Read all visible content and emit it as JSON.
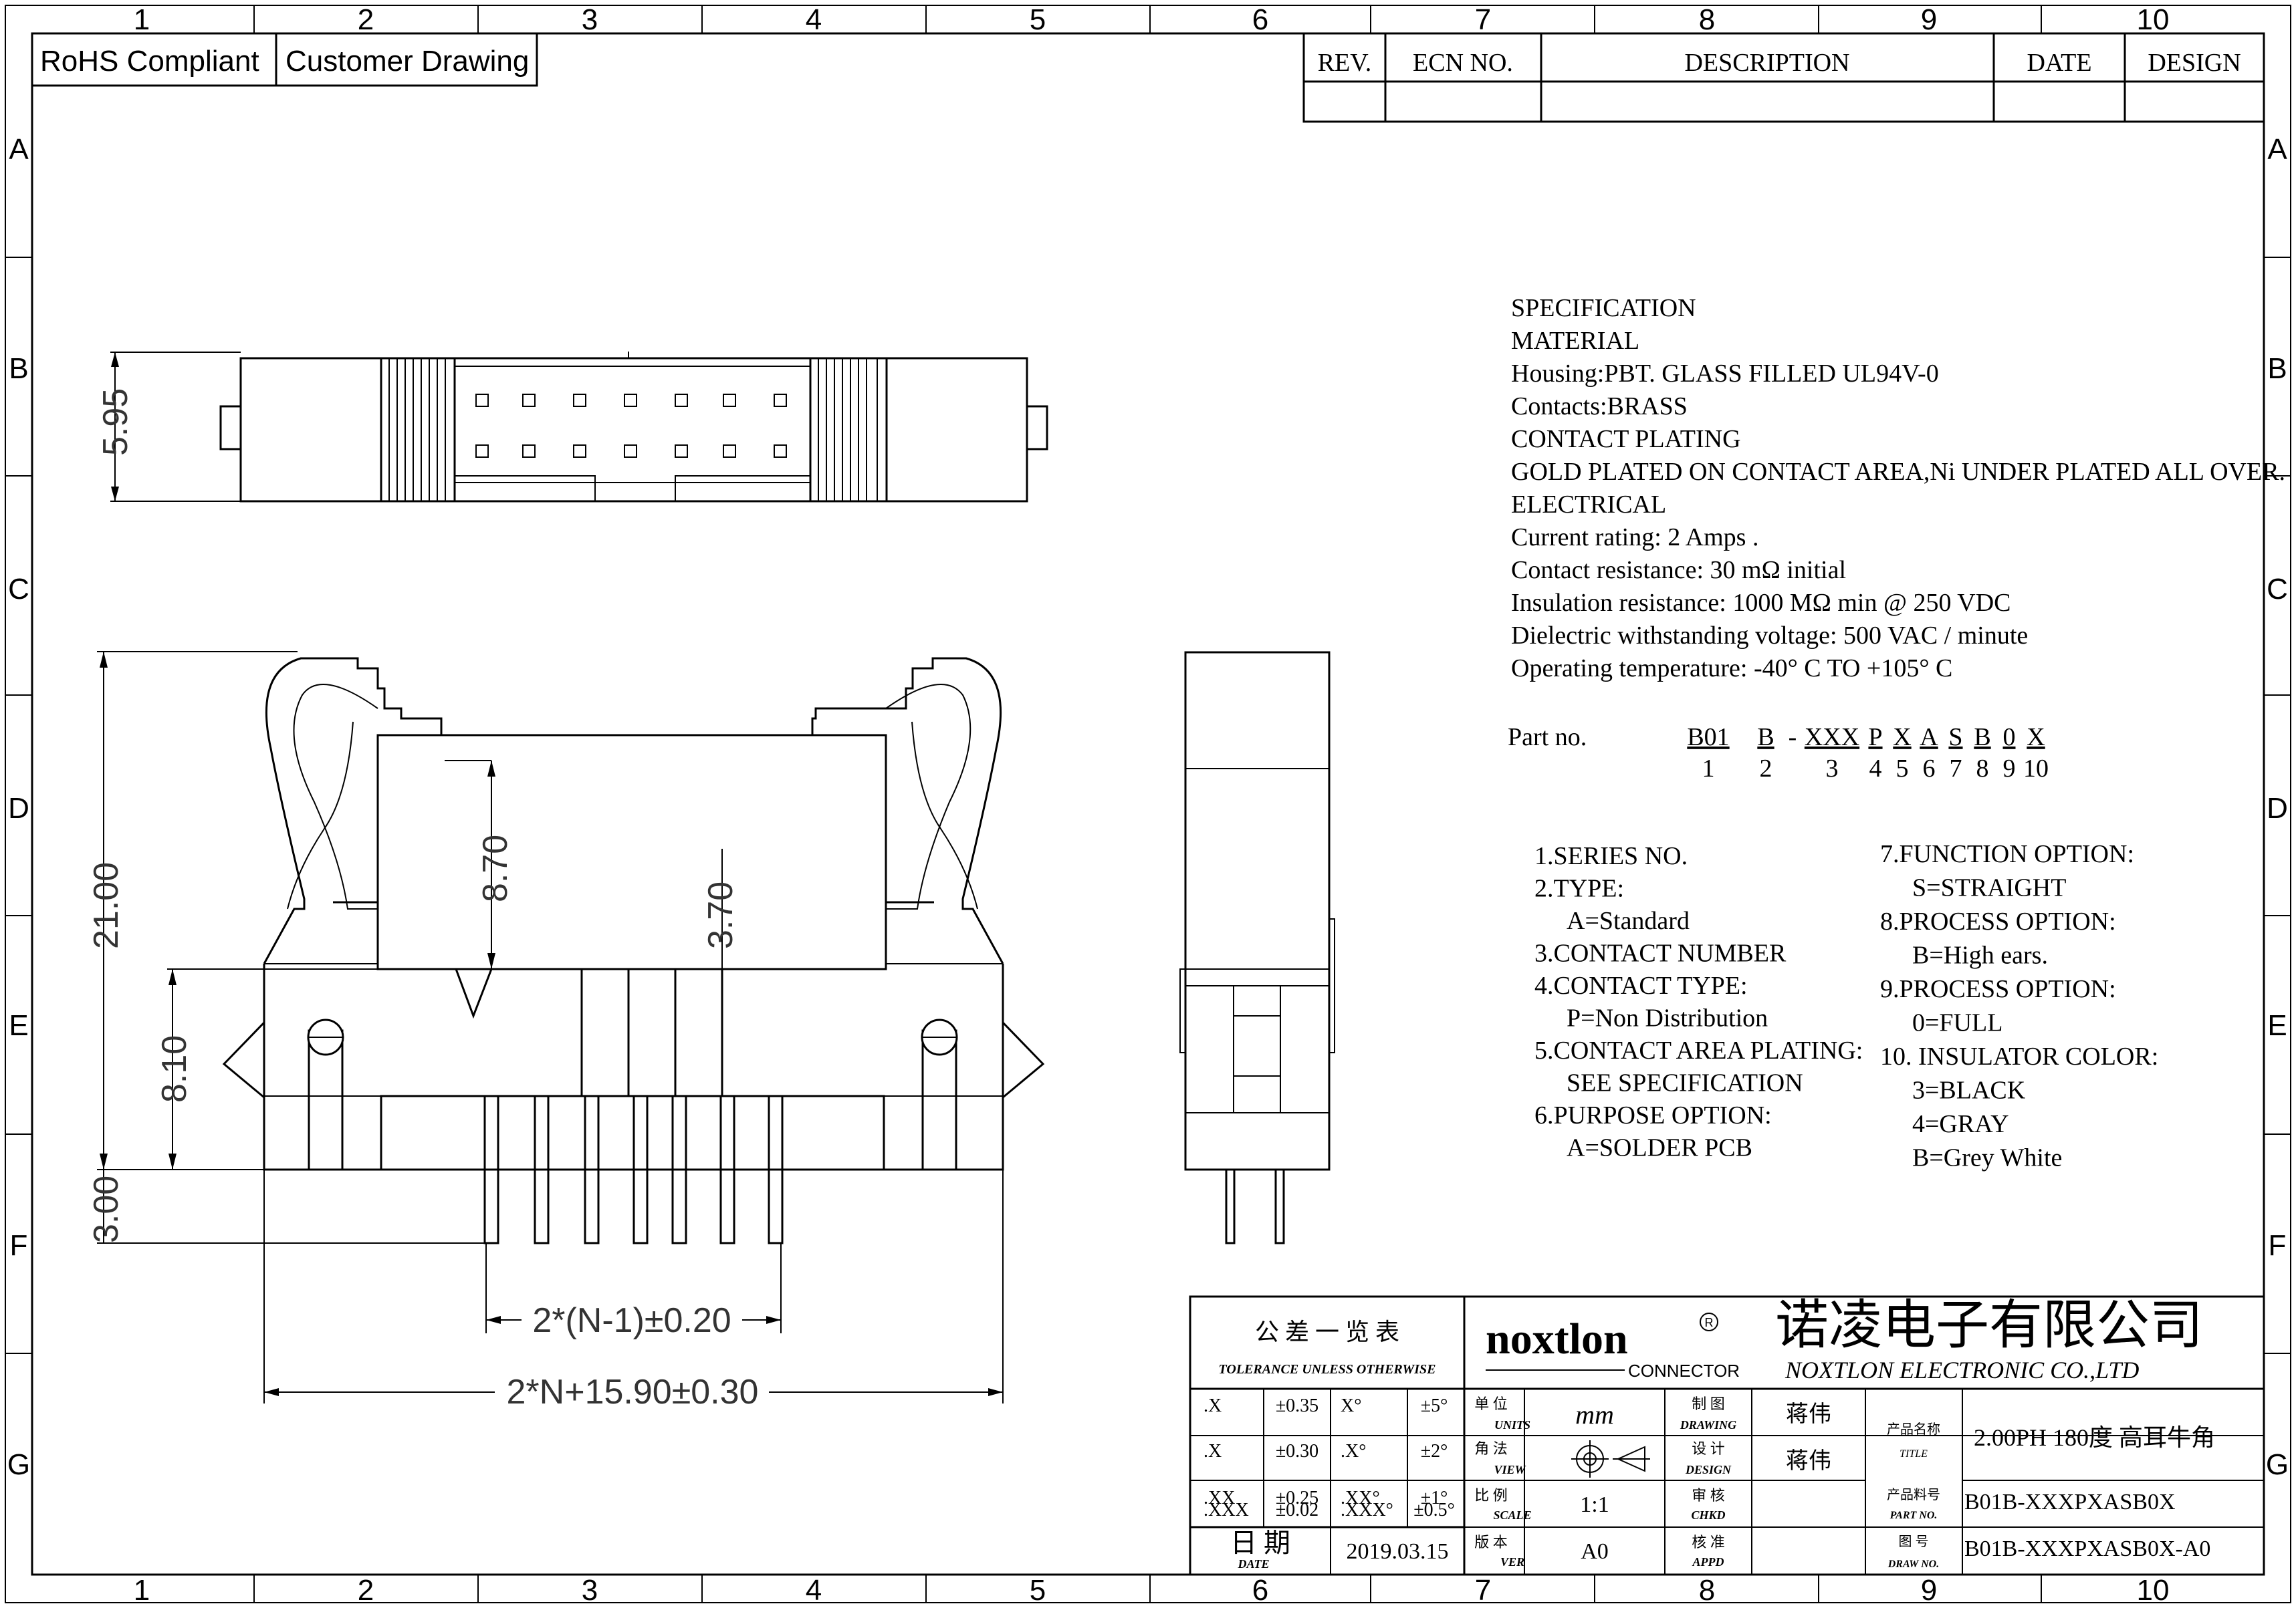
{
  "header": {
    "badge_rohs": "RoHS Compliant",
    "badge_customer": "Customer Drawing"
  },
  "revision_table": {
    "columns": [
      "REV.",
      "ECN NO.",
      "DESCRIPTION",
      "DATE",
      "DESIGN"
    ]
  },
  "border": {
    "cols": [
      "1",
      "2",
      "3",
      "4",
      "5",
      "6",
      "7",
      "8",
      "9",
      "10"
    ],
    "rows": [
      "A",
      "B",
      "C",
      "D",
      "E",
      "F",
      "G"
    ]
  },
  "dimensions": {
    "top_height": "5.95",
    "front_total_height": "21.00",
    "ear_height": "8.70",
    "body_height": "8.10",
    "key_height": "3.70",
    "pin_length": "3.00",
    "pitch_span": "2*(N-1)±0.20",
    "overall_length": "2*N+15.90±0.30"
  },
  "specification": {
    "lines": [
      "SPECIFICATION",
      "MATERIAL",
      "Housing:PBT. GLASS FILLED UL94V-0",
      "Contacts:BRASS",
      "CONTACT PLATING",
      "GOLD PLATED ON CONTACT AREA,Ni UNDER PLATED ALL OVER.",
      "ELECTRICAL",
      "Current rating: 2 Amps .",
      "Contact resistance: 30 mΩ initial",
      "Insulation resistance: 1000 MΩ min @ 250 VDC",
      "Dielectric withstanding voltage: 500 VAC / minute",
      "Operating temperature: -40° C TO +105° C"
    ]
  },
  "part_number": {
    "label": "Part no.",
    "segments": [
      "B01",
      "B",
      "-",
      "XXX",
      "P",
      "X",
      "A",
      "S",
      "B",
      "0",
      "X"
    ],
    "indices": [
      "1",
      "2",
      "",
      "3",
      "4",
      "5",
      "6",
      "7",
      "8",
      "9",
      "10"
    ]
  },
  "options_left": [
    "1.SERIES NO.",
    "2.TYPE:",
    "A=Standard",
    "3.CONTACT NUMBER",
    "4.CONTACT TYPE:",
    "P=Non Distribution",
    "5.CONTACT AREA PLATING:",
    "SEE SPECIFICATION",
    "6.PURPOSE OPTION:",
    "A=SOLDER PCB"
  ],
  "options_right": [
    "7.FUNCTION OPTION:",
    "S=STRAIGHT",
    "8.PROCESS OPTION:",
    "B=High ears.",
    "9.PROCESS OPTION:",
    "0=FULL",
    "10. INSULATOR COLOR:",
    "3=BLACK",
    "4=GRAY",
    "B=Grey White"
  ],
  "title_block": {
    "tolerance_cn": "公 差 一 览 表",
    "tolerance_en": "TOLERANCE UNLESS OTHERWISE",
    "tolerances": [
      {
        "a": ".X",
        "av": "±0.35",
        "b": "X°",
        "bv": "±5°"
      },
      {
        "a": ".X",
        "av": "±0.30",
        "b": ".X°",
        "bv": "±2°"
      },
      {
        "a": ".XX",
        "av": "±0.25",
        "b": ".XX°",
        "bv": "±1°"
      },
      {
        "a": ".XXX",
        "av": "±0.02",
        "b": ".XXX°",
        "bv": "±0.5°"
      }
    ],
    "date_cn": "日 期",
    "date_en": "DATE",
    "date_value": "2019.03.15",
    "brand": "noxtlon",
    "brand_sub": "CONNECTOR",
    "company_cn": "诺凌电子有限公司",
    "company_en": "NOXTLON ELECTRONIC CO.,LTD",
    "units_cn": "单 位",
    "units_en": "UNITS",
    "units_value": "mm",
    "view_cn": "角 法",
    "view_en": "VIEW",
    "scale_cn": "比 例",
    "scale_en": "SCALE",
    "scale_value": "1:1",
    "ver_cn": "版 本",
    "ver_en": "VER",
    "ver_value": "A0",
    "drawing_cn": "制 图",
    "drawing_en": "DRAWING",
    "drawing_value": "蒋伟",
    "design_cn": "设 计",
    "design_en": "DESIGN",
    "design_value": "蒋伟",
    "chkd_cn": "审 核",
    "chkd_en": "CHKD",
    "appd_cn": "核 准",
    "appd_en": "APPD",
    "title_cn": "产品名称",
    "title_en": "TITLE",
    "title_value": "2.00PH 180度 高耳牛角",
    "partno_cn": "产品料号",
    "partno_en": "PART NO.",
    "partno_value": "B01B-XXXPXASB0X",
    "drawno_cn": "图 号",
    "drawno_en": "DRAW NO.",
    "drawno_value": "B01B-XXXPXASB0X-A0"
  }
}
